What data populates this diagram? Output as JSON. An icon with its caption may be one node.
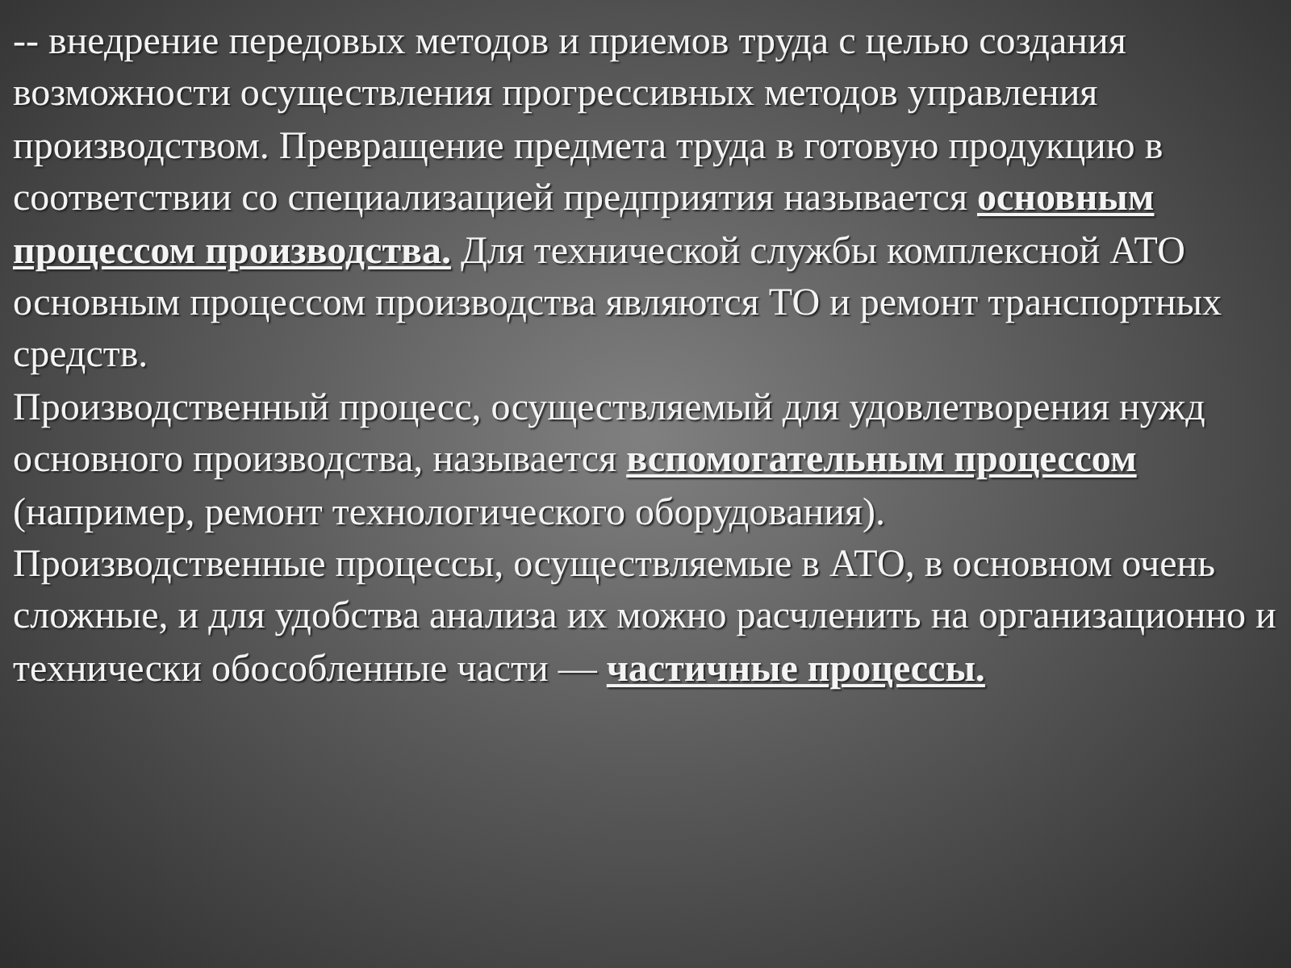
{
  "diagram": {
    "labels": [
      "-- внедрение передовых методов и приемов труда с целью создания возможности осуществления прогрессивных методов управления производством. Превращение предмета труда в готовую продукцию в соответствии со специализацией предприятия называется **основным процессом производства.** Для технической службы комплексной АТО основным процессом производства являются ТО и ремонт транспортных средств.",
      "Производственный процесс, осуществляемый для удовлетворения нужд основного производства, называется **вспомогательным процессом** (например, ремонт технологического оборудования).",
      "Производственные процессы, осуществляемые в АТО, в основном очень сложные, и для удобства анализа их можно расчленить на организационно и технически обособленные части — **частичные процессы.**"
    ]
  }
}
